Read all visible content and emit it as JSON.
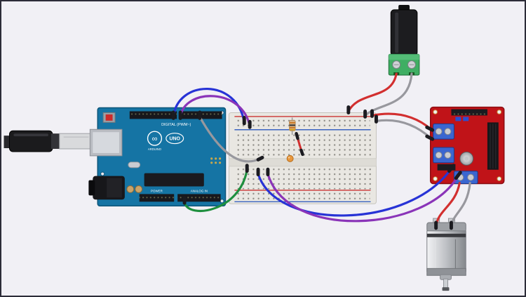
{
  "canvas": {
    "background": "#f1f0f5",
    "frame_border": "#2c2c38"
  },
  "arduino": {
    "board_color": "#1574a4",
    "silkscreen": {
      "digital": "DIGITAL (PWM~)",
      "logo": "∞",
      "model": "UNO",
      "brand": "ARDUINO",
      "power": "POWER",
      "analog": "ANALOG IN"
    }
  },
  "driver": {
    "board_color": "#c01318",
    "terminal_color": "#3a66d0"
  },
  "power_jack": {
    "terminal_color": "#3fae63"
  },
  "parts": {
    "resistor_body": "#d9b78f",
    "led": "#e8973c"
  },
  "wires": [
    {
      "id": "blue-arduino-to-breadboard",
      "color": "#2733d6"
    },
    {
      "id": "purple-arduino-to-breadboard",
      "color": "#8a34b8"
    },
    {
      "id": "gray-arduino-to-breadboard",
      "color": "#98989e"
    },
    {
      "id": "green-arduino-to-breadboard",
      "color": "#1e8f3e"
    },
    {
      "id": "blue-breadboard-to-driver",
      "color": "#2733d6"
    },
    {
      "id": "purple-breadboard-to-driver",
      "color": "#8a34b8"
    },
    {
      "id": "red-powerjack-to-breadboard",
      "color": "#d22f2f"
    },
    {
      "id": "gray-powerjack-to-breadboard",
      "color": "#98989e"
    },
    {
      "id": "red-breadboard-to-driver",
      "color": "#d22f2f"
    },
    {
      "id": "gray-breadboard-to-driver",
      "color": "#98989e"
    },
    {
      "id": "red-driver-to-motor",
      "color": "#d22f2f"
    },
    {
      "id": "gray-driver-to-motor",
      "color": "#98989e"
    },
    {
      "id": "red-jumper-on-breadboard",
      "color": "#d22f2f"
    }
  ]
}
